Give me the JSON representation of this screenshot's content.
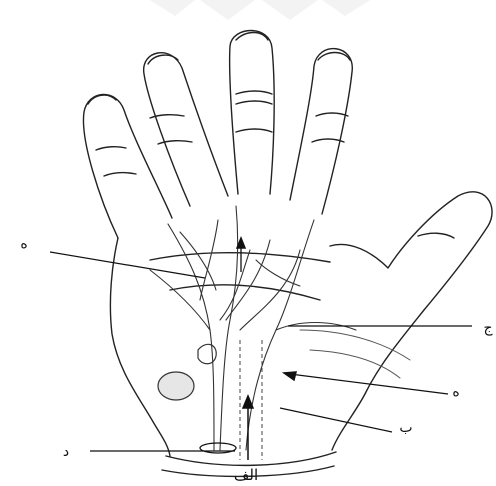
{
  "labels": {
    "e_upper": "ه",
    "j": "ج",
    "e_lower": "ه",
    "d": "د",
    "b": "ب",
    "alef": "الف"
  }
}
